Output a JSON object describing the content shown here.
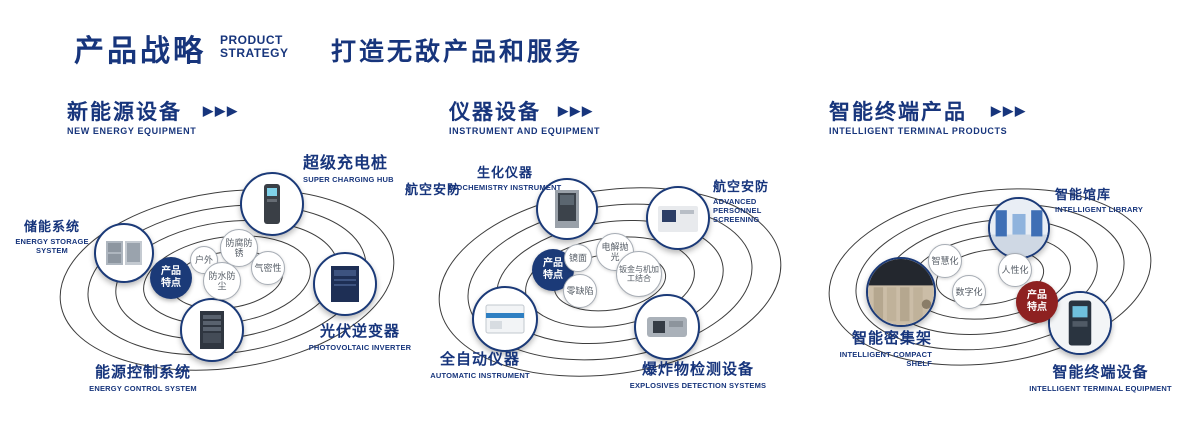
{
  "colors": {
    "navy_text": "#17357c",
    "badge_navy": "#1b3a78",
    "badge_red": "#8e2121",
    "orbit_line": "#3d3d3d",
    "bubble_border": "#a7adb5"
  },
  "header": {
    "title": "产品战略",
    "subtitle_line1": "PRODUCT",
    "subtitle_line2": "STRATEGY",
    "tagline": "打造无敌产品和服务"
  },
  "sections": [
    {
      "title": "新能源设备",
      "arrows": "▶▶▶",
      "subtitle": "NEW ENERGY EQUIPMENT",
      "badge": {
        "line1": "产品",
        "line2": "特点"
      },
      "bubbles": [
        "户外",
        "防腐防锈",
        "气密性",
        "防水防尘"
      ],
      "products": [
        {
          "zh": "储能系统",
          "en": "ENERGY STORAGE SYSTEM"
        },
        {
          "zh": "超级充电桩",
          "en": "SUPER CHARGING HUB"
        },
        {
          "zh": "光伏逆变器",
          "en": "PHOTOVOLTAIC INVERTER"
        },
        {
          "zh": "能源控制系统",
          "en": "ENERGY CONTROL SYSTEM"
        }
      ]
    },
    {
      "title": "仪器设备",
      "arrows": "▶▶▶",
      "subtitle": "INSTRUMENT AND EQUIPMENT",
      "extra_label": "航空安防",
      "badge": {
        "line1": "产品",
        "line2": "特点"
      },
      "bubbles": [
        "镜面",
        "电解抛光",
        "零缺陷",
        "钣金与机加工结合"
      ],
      "products": [
        {
          "zh": "生化仪器",
          "en": "BIOCHEMISTRY INSTRUMENT"
        },
        {
          "zh": "航空安防",
          "en": "ADVANCED PERSONNEL SCREENING"
        },
        {
          "zh": "全自动仪器",
          "en": "AUTOMATIC INSTRUMENT"
        },
        {
          "zh": "爆炸物检测设备",
          "en": "EXPLOSIVES DETECTION SYSTEMS"
        }
      ]
    },
    {
      "title": "智能终端产品",
      "arrows": "▶▶▶",
      "subtitle": "INTELLIGENT TERMINAL PRODUCTS",
      "badge": {
        "line1": "产品",
        "line2": "特点"
      },
      "bubbles": [
        "智慧化",
        "人性化",
        "数字化"
      ],
      "products": [
        {
          "zh": "智能馆库",
          "en": "INTELLIGENT LIBRARY"
        },
        {
          "zh": "智能密集架",
          "en": "INTELLIGENT COMPACT SHELF"
        },
        {
          "zh": "智能终端设备",
          "en": "INTELLIGENT TERMINAL EQUIPMENT"
        }
      ]
    }
  ]
}
